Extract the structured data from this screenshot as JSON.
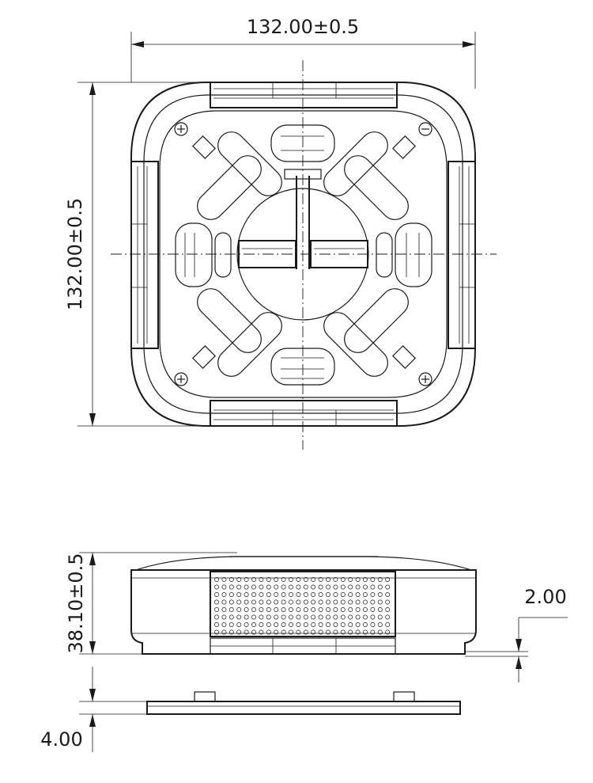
{
  "dimensions": {
    "top_width": "132.00±0.5",
    "top_height": "132.00±0.5",
    "side_height": "38.10±0.5",
    "gap": "2.00",
    "base_thickness": "4.00"
  },
  "colors": {
    "line": "#1a1a1a",
    "background": "#ffffff"
  }
}
